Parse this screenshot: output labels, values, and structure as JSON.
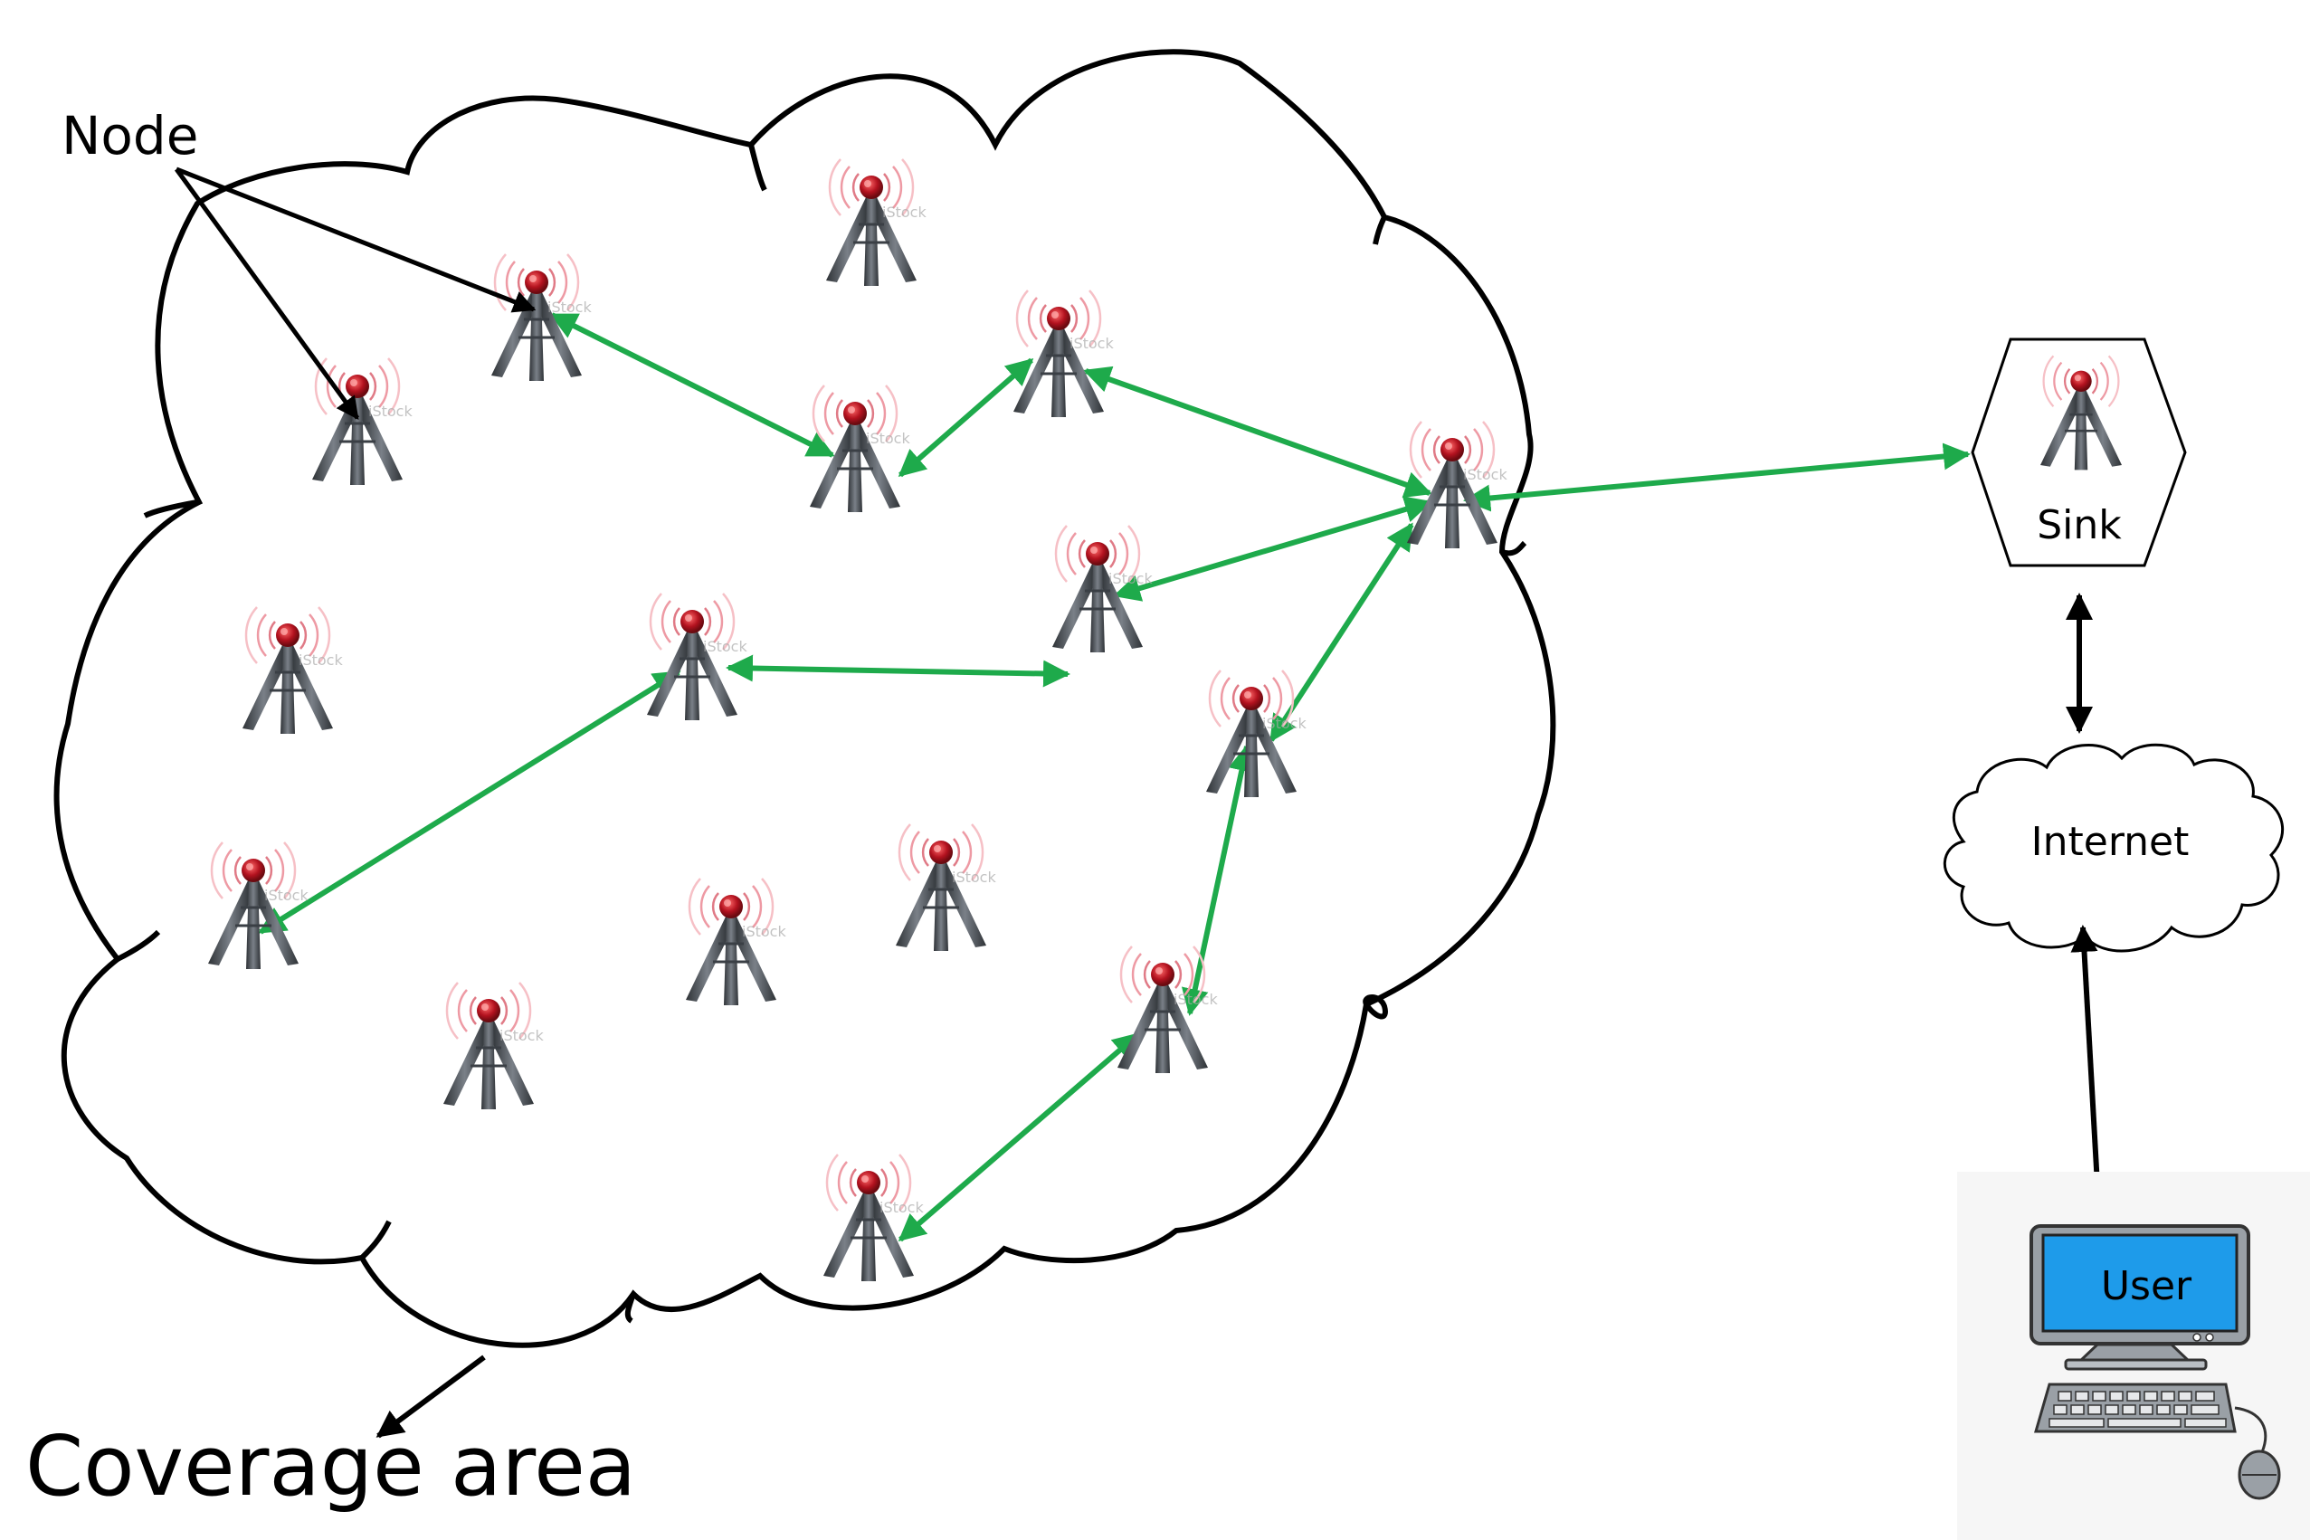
{
  "labels": {
    "node": "Node",
    "coverage_area": "Coverage area",
    "sink": "Sink",
    "internet": "Internet",
    "user": "User"
  },
  "watermark": "iStock",
  "colors": {
    "link_green": "#1eaa4b",
    "outline": "#000000",
    "screen_blue": "#1e9bea",
    "tower_red": "#b3121f",
    "tower_gray": "#4a4f56"
  },
  "icons": {
    "node": "radio-tower-icon",
    "user": "desktop-computer-icon"
  }
}
